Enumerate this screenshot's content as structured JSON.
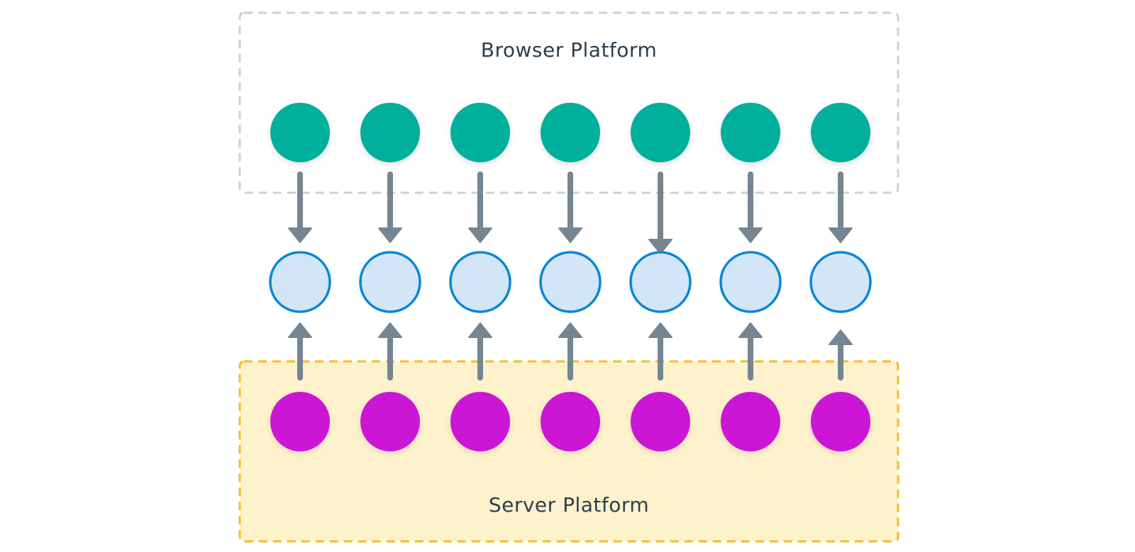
{
  "browser_platform": {
    "label": "Browser Platform",
    "border_color": "#c7d1da",
    "fill_color": "#ffffff"
  },
  "server_platform": {
    "label": "Server Platform",
    "border_color": "#f5be1a",
    "fill_color": "#fef2cd"
  },
  "colors": {
    "browser_node": "#00af9c",
    "bridge_node_fill": "#d3e6f8",
    "bridge_node_stroke": "#0a86d8",
    "server_node": "#cc14d6",
    "arrow": "#768592",
    "label_text": "#2c3e4c"
  },
  "node_count": 7,
  "arrows": {
    "browser_to_bridge": "down",
    "server_to_bridge": "up"
  }
}
